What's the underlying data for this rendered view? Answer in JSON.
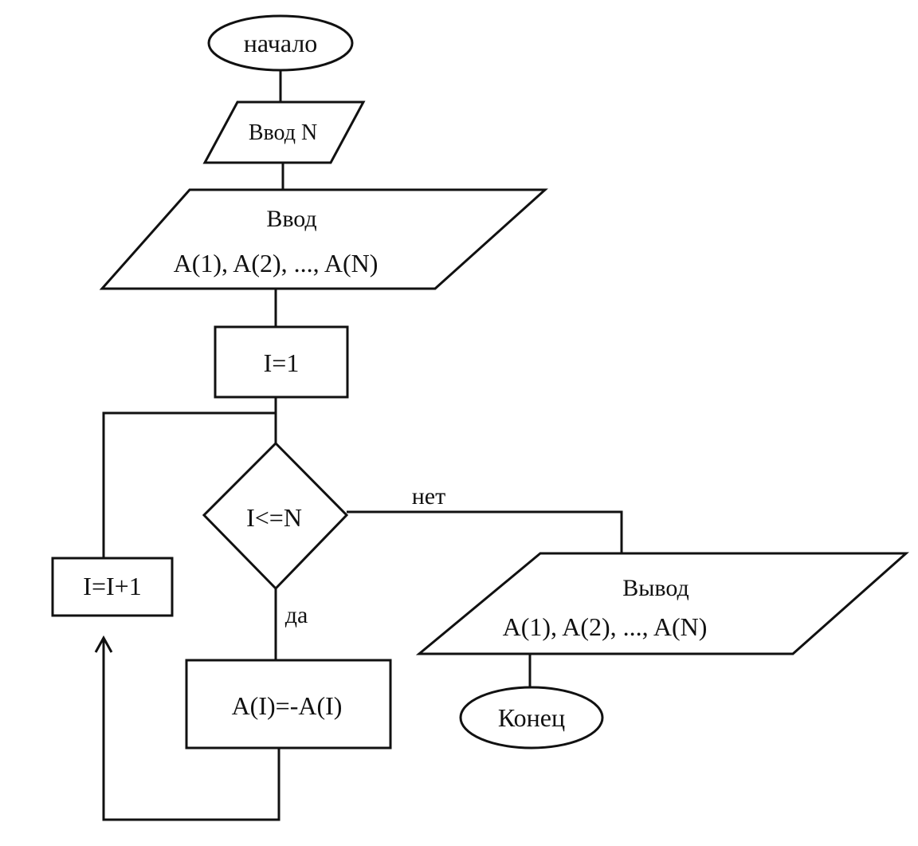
{
  "diagram": {
    "start": "начало",
    "input_n": "Ввод N",
    "input_array": {
      "line1": "Ввод",
      "line2": "A(1), A(2), ..., A(N)"
    },
    "init": "I=1",
    "condition": "I<=N",
    "label_no": "нет",
    "label_yes": "да",
    "increment": "I=I+1",
    "negate": "A(I)=-A(I)",
    "output": {
      "line1": "Вывод",
      "line2": "A(1), A(2), ..., A(N)"
    },
    "end": "Конец"
  }
}
